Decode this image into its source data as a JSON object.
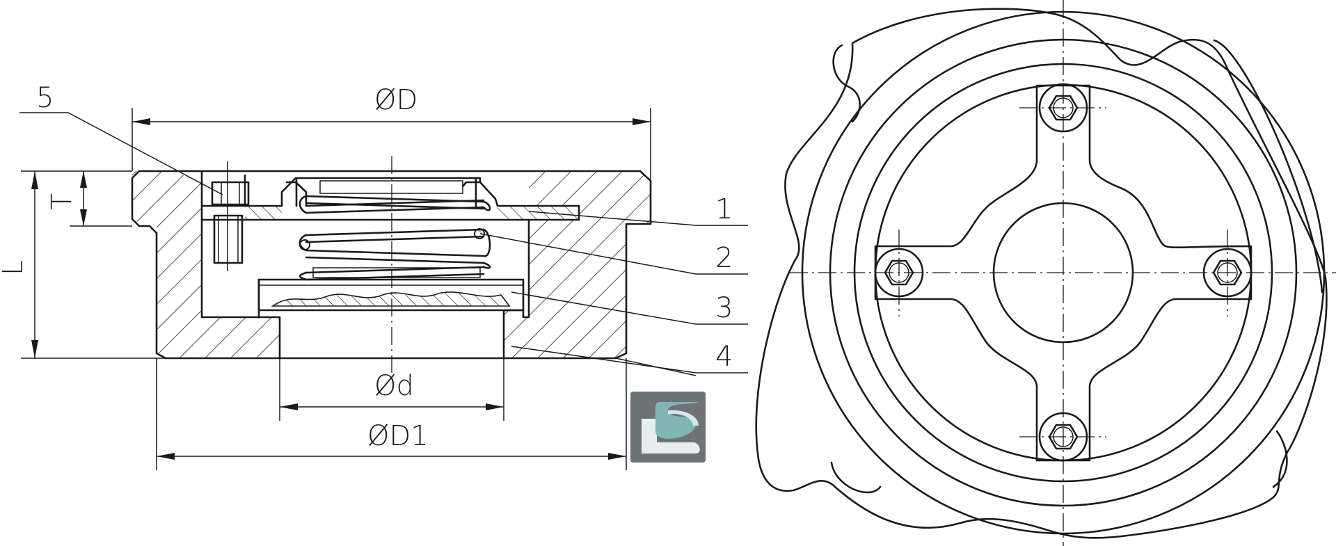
{
  "dimensions": {
    "outer_diameter": "ØD",
    "inner_diameter": "Ød",
    "body_diameter": "ØD1",
    "length": "L",
    "thickness": "T"
  },
  "part_numbers": [
    "1",
    "2",
    "3",
    "4",
    "5"
  ],
  "logo": {
    "name": "LS monogram logo",
    "colors": [
      "#6e7376",
      "#7fb6b3",
      "#e8eeee"
    ]
  }
}
